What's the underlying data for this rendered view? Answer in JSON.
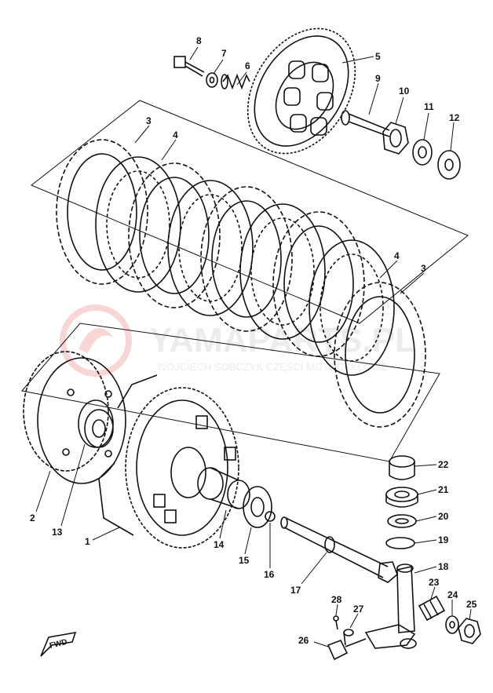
{
  "callouts": [
    {
      "id": "c1",
      "label": "1"
    },
    {
      "id": "c2",
      "label": "2"
    },
    {
      "id": "c3a",
      "label": "3"
    },
    {
      "id": "c3b",
      "label": "3"
    },
    {
      "id": "c4a",
      "label": "4"
    },
    {
      "id": "c4b",
      "label": "4"
    },
    {
      "id": "c5",
      "label": "5"
    },
    {
      "id": "c6",
      "label": "6"
    },
    {
      "id": "c7",
      "label": "7"
    },
    {
      "id": "c8",
      "label": "8"
    },
    {
      "id": "c9",
      "label": "9"
    },
    {
      "id": "c10",
      "label": "10"
    },
    {
      "id": "c11",
      "label": "11"
    },
    {
      "id": "c12",
      "label": "12"
    },
    {
      "id": "c13",
      "label": "13"
    },
    {
      "id": "c14",
      "label": "14"
    },
    {
      "id": "c15",
      "label": "15"
    },
    {
      "id": "c16",
      "label": "16"
    },
    {
      "id": "c17",
      "label": "17"
    },
    {
      "id": "c18",
      "label": "18"
    },
    {
      "id": "c19",
      "label": "19"
    },
    {
      "id": "c20",
      "label": "20"
    },
    {
      "id": "c21",
      "label": "21"
    },
    {
      "id": "c22",
      "label": "22"
    },
    {
      "id": "c23",
      "label": "23"
    },
    {
      "id": "c24",
      "label": "24"
    },
    {
      "id": "c25",
      "label": "25"
    },
    {
      "id": "c26",
      "label": "26"
    },
    {
      "id": "c27",
      "label": "27"
    },
    {
      "id": "c28",
      "label": "28"
    }
  ],
  "fwd_label": "FWD",
  "watermark": {
    "brand": "YAMAPARTS.PL",
    "owner": "WOJCIECH SOBCZYK CZĘŚCI MOTOCYKLOWE"
  }
}
